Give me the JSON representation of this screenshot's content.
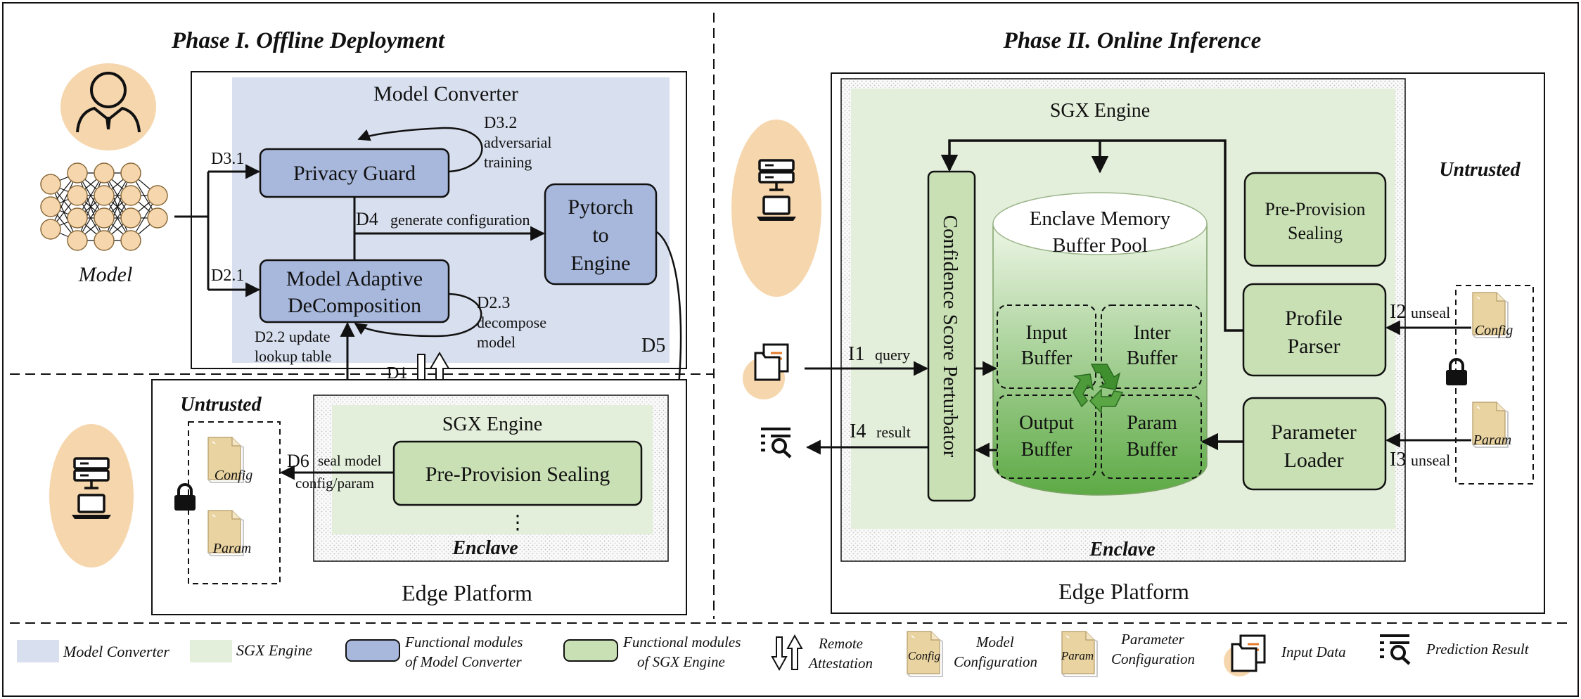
{
  "phase1": {
    "title": "Phase I. Offline Deployment",
    "model_label": "Model",
    "model_converter": {
      "title": "Model Converter",
      "privacy_guard": "Privacy Guard",
      "model_adaptive": [
        "Model Adaptive",
        "DeComposition"
      ],
      "pytorch_engine": [
        "Pytorch",
        "to",
        "Engine"
      ]
    },
    "steps": {
      "d31": "D3.1",
      "d21": "D2.1",
      "d32": [
        "D3.2",
        "adversarial",
        "training"
      ],
      "d4": "D4",
      "d4_text": "generate configuration",
      "d23": [
        "D2.3",
        "decompose",
        "model"
      ],
      "d22": [
        "D2.2 update",
        "lookup table"
      ],
      "d1": "D1",
      "d5": "D5",
      "d6": "D6",
      "d6_text": [
        "seal model",
        "config/param"
      ]
    },
    "untrusted": "Untrusted",
    "config": "Config",
    "param": "Param",
    "sgx_engine": "SGX Engine",
    "pre_provision_sealing": "Pre-Provision Sealing",
    "ellipsis": "⋮",
    "enclave": "Enclave",
    "edge_platform": "Edge Platform"
  },
  "phase2": {
    "title": "Phase II. Online Inference",
    "sgx_engine": "SGX Engine",
    "untrusted": "Untrusted",
    "confidence": "Confidence Score Perturbator",
    "memory_pool": [
      "Enclave Memory",
      "Buffer Pool"
    ],
    "buffers": {
      "input": [
        "Input",
        "Buffer"
      ],
      "inter": [
        "Inter",
        "Buffer"
      ],
      "output": [
        "Output",
        "Buffer"
      ],
      "param": [
        "Param",
        "Buffer"
      ]
    },
    "pre_provision": [
      "Pre-Provision",
      "Sealing"
    ],
    "profile_parser": [
      "Profile",
      "Parser"
    ],
    "parameter_loader": [
      "Parameter",
      "Loader"
    ],
    "i1": "I1",
    "i1_text": "query",
    "i4": "I4",
    "i4_text": "result",
    "i2": "I2",
    "i2_text": "unseal",
    "i3": "I3",
    "i3_text": "unseal",
    "config": "Config",
    "param": "Param",
    "enclave": "Enclave",
    "edge_platform": "Edge Platform"
  },
  "legend": [
    {
      "key": "model-converter",
      "label": "Model Converter"
    },
    {
      "key": "sgx-engine",
      "label": "SGX Engine"
    },
    {
      "key": "fm-converter",
      "label": [
        "Functional modules",
        "of Model Converter"
      ]
    },
    {
      "key": "fm-sgx",
      "label": [
        "Functional modules",
        "of SGX Engine"
      ]
    },
    {
      "key": "remote-attestation",
      "label": [
        "Remote",
        "Attestation"
      ]
    },
    {
      "key": "model-config",
      "label": [
        "Model",
        "Configuration"
      ],
      "icon_text": "Config"
    },
    {
      "key": "param-config",
      "label": [
        "Parameter",
        "Configuration"
      ],
      "icon_text": "Param"
    },
    {
      "key": "input-data",
      "label": "Input Data"
    },
    {
      "key": "prediction-result",
      "label": "Prediction Result"
    }
  ],
  "colors": {
    "converter_bg": "#d8dfee",
    "converter_box": "#a8b8dc",
    "sgx_bg": "#e4efdb",
    "sgx_box": "#c9e0b5",
    "avatar": "#f6d6ad",
    "doc": "#e9d3a1"
  }
}
